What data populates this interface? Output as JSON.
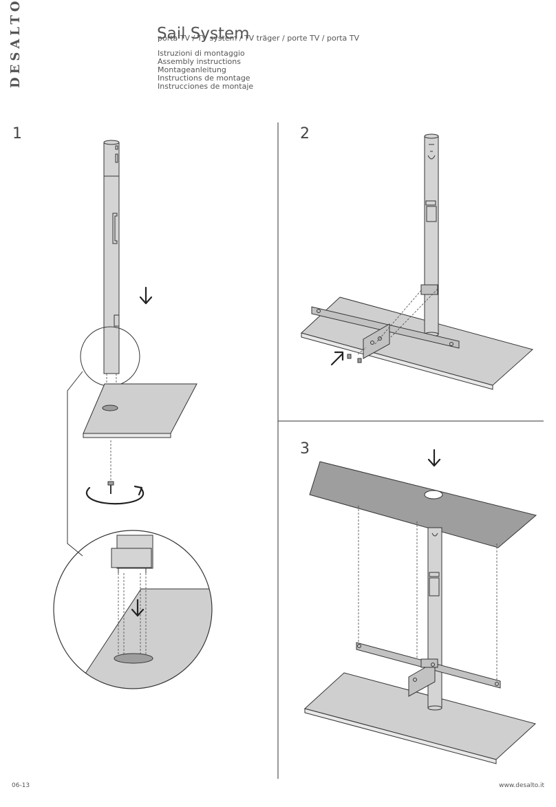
{
  "brand": "DESALTO",
  "title": "Sail System",
  "subtitle": "porta TV / TV system / TV träger / porte TV / porta TV",
  "instructions": [
    "Istruzioni di montaggio",
    "Assembly instructions",
    "Montageanleitung",
    "Instructions de montage",
    "Instrucciones de montaje"
  ],
  "steps": [
    "1",
    "2",
    "3"
  ],
  "footer": {
    "date_code": "06-13",
    "website": "www.desalto.it"
  },
  "icons": {
    "down_arrow": "arrow-down-icon",
    "rotate_arrow": "rotate-arrow-icon",
    "diagonal_arrow": "arrow-up-right-icon"
  }
}
